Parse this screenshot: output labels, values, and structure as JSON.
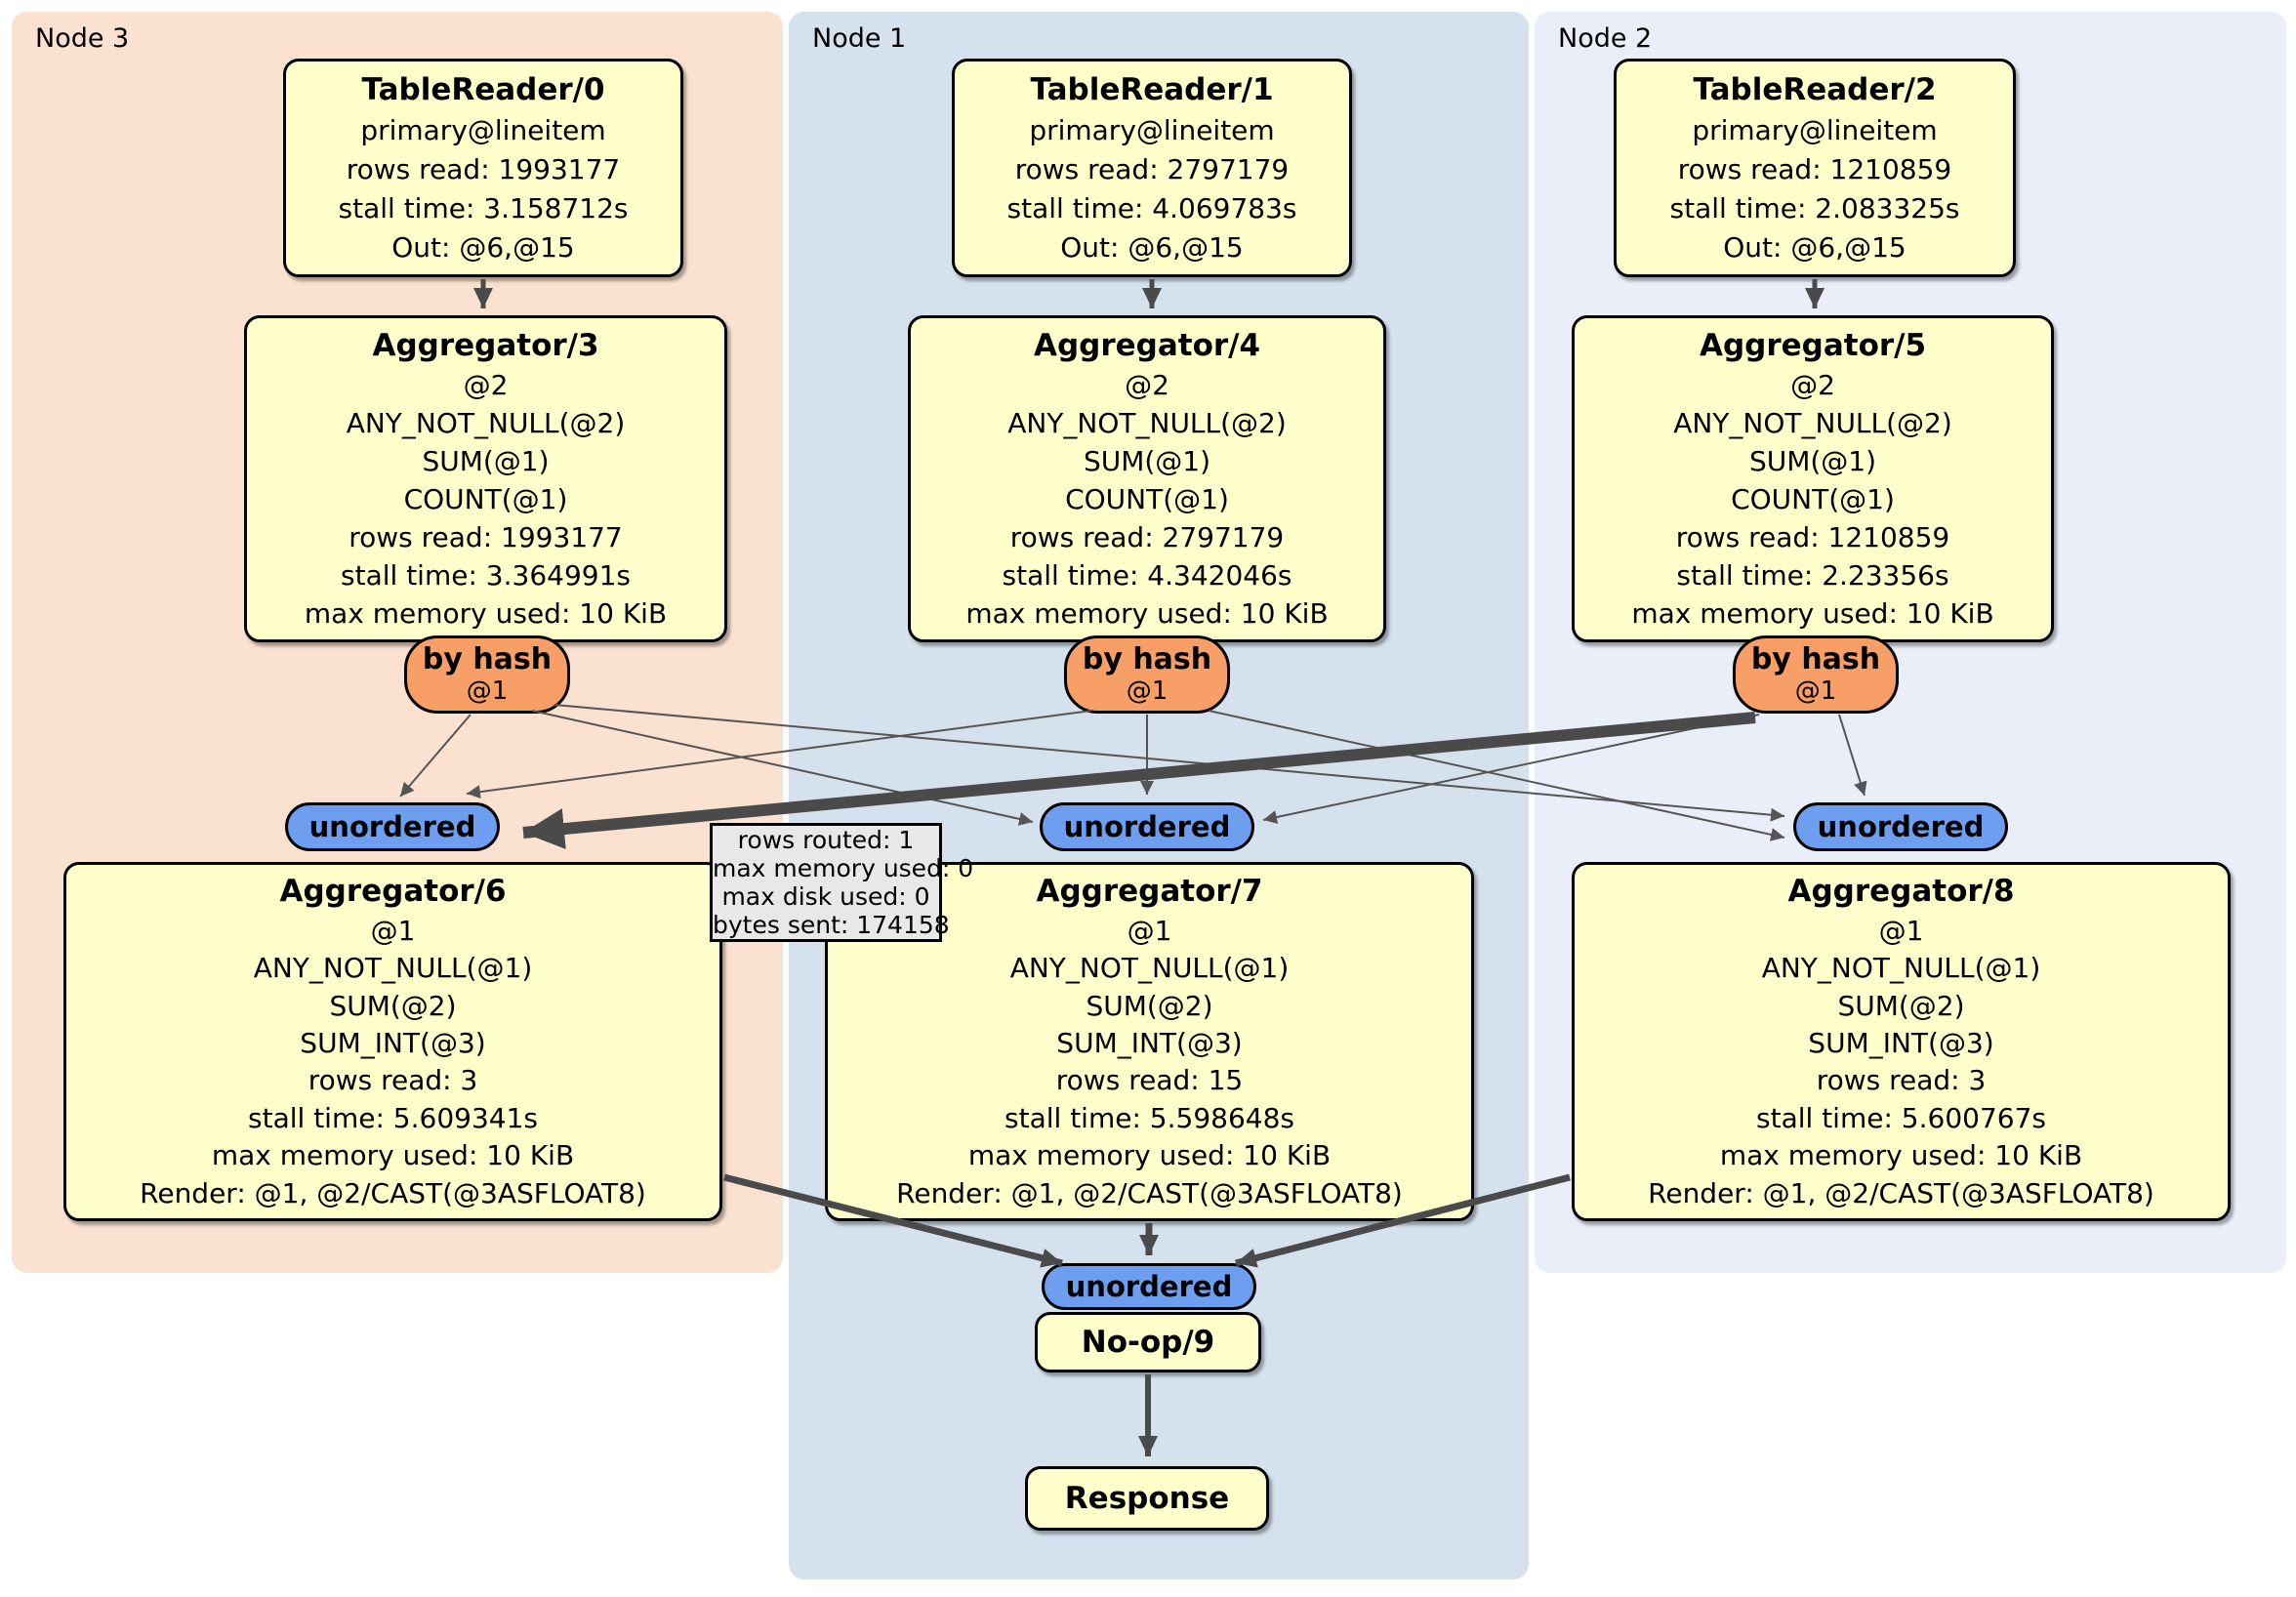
{
  "panels": {
    "node3": {
      "label": "Node 3"
    },
    "node1": {
      "label": "Node 1"
    },
    "node2": {
      "label": "Node 2"
    }
  },
  "processors": {
    "tr0": {
      "title": "TableReader/0",
      "lines": [
        "primary@lineitem",
        "rows read: 1993177",
        "stall time: 3.158712s",
        "Out: @6,@15"
      ]
    },
    "tr1": {
      "title": "TableReader/1",
      "lines": [
        "primary@lineitem",
        "rows read: 2797179",
        "stall time: 4.069783s",
        "Out: @6,@15"
      ]
    },
    "tr2": {
      "title": "TableReader/2",
      "lines": [
        "primary@lineitem",
        "rows read: 1210859",
        "stall time: 2.083325s",
        "Out: @6,@15"
      ]
    },
    "agg3": {
      "title": "Aggregator/3",
      "lines": [
        "@2",
        "ANY_NOT_NULL(@2)",
        "SUM(@1)",
        "COUNT(@1)",
        "rows read: 1993177",
        "stall time: 3.364991s",
        "max memory used: 10 KiB"
      ]
    },
    "agg4": {
      "title": "Aggregator/4",
      "lines": [
        "@2",
        "ANY_NOT_NULL(@2)",
        "SUM(@1)",
        "COUNT(@1)",
        "rows read: 2797179",
        "stall time: 4.342046s",
        "max memory used: 10 KiB"
      ]
    },
    "agg5": {
      "title": "Aggregator/5",
      "lines": [
        "@2",
        "ANY_NOT_NULL(@2)",
        "SUM(@1)",
        "COUNT(@1)",
        "rows read: 1210859",
        "stall time: 2.23356s",
        "max memory used: 10 KiB"
      ]
    },
    "agg6": {
      "title": "Aggregator/6",
      "lines": [
        "@1",
        "ANY_NOT_NULL(@1)",
        "SUM(@2)",
        "SUM_INT(@3)",
        "rows read: 3",
        "stall time: 5.609341s",
        "max memory used: 10 KiB",
        "Render: @1, @2/CAST(@3ASFLOAT8)"
      ]
    },
    "agg7": {
      "title": "Aggregator/7",
      "lines": [
        "@1",
        "ANY_NOT_NULL(@1)",
        "SUM(@2)",
        "SUM_INT(@3)",
        "rows read: 15",
        "stall time: 5.598648s",
        "max memory used: 10 KiB",
        "Render: @1, @2/CAST(@3ASFLOAT8)"
      ]
    },
    "agg8": {
      "title": "Aggregator/8",
      "lines": [
        "@1",
        "ANY_NOT_NULL(@1)",
        "SUM(@2)",
        "SUM_INT(@3)",
        "rows read: 3",
        "stall time: 5.600767s",
        "max memory used: 10 KiB",
        "Render: @1, @2/CAST(@3ASFLOAT8)"
      ]
    },
    "noop": {
      "title": "No-op/9"
    },
    "response": {
      "title": "Response"
    }
  },
  "routers": {
    "by_hash": {
      "label": "by hash",
      "sub": "@1"
    },
    "unordered": {
      "label": "unordered"
    }
  },
  "tooltip": {
    "lines": [
      "rows routed: 1",
      "max memory used: 0",
      "max disk used: 0",
      "bytes sent: 174158"
    ]
  },
  "colors": {
    "processor_fill": "#ffffcc",
    "router_hash_fill": "#f89e67",
    "router_unordered_fill": "#6e9ef0",
    "node3_bg": "#fbe1d0",
    "node1_bg": "#d5e2ee",
    "node2_bg": "#e9eef8",
    "edge": "#4a4a4a",
    "tooltip_bg": "#e8e8e8"
  }
}
